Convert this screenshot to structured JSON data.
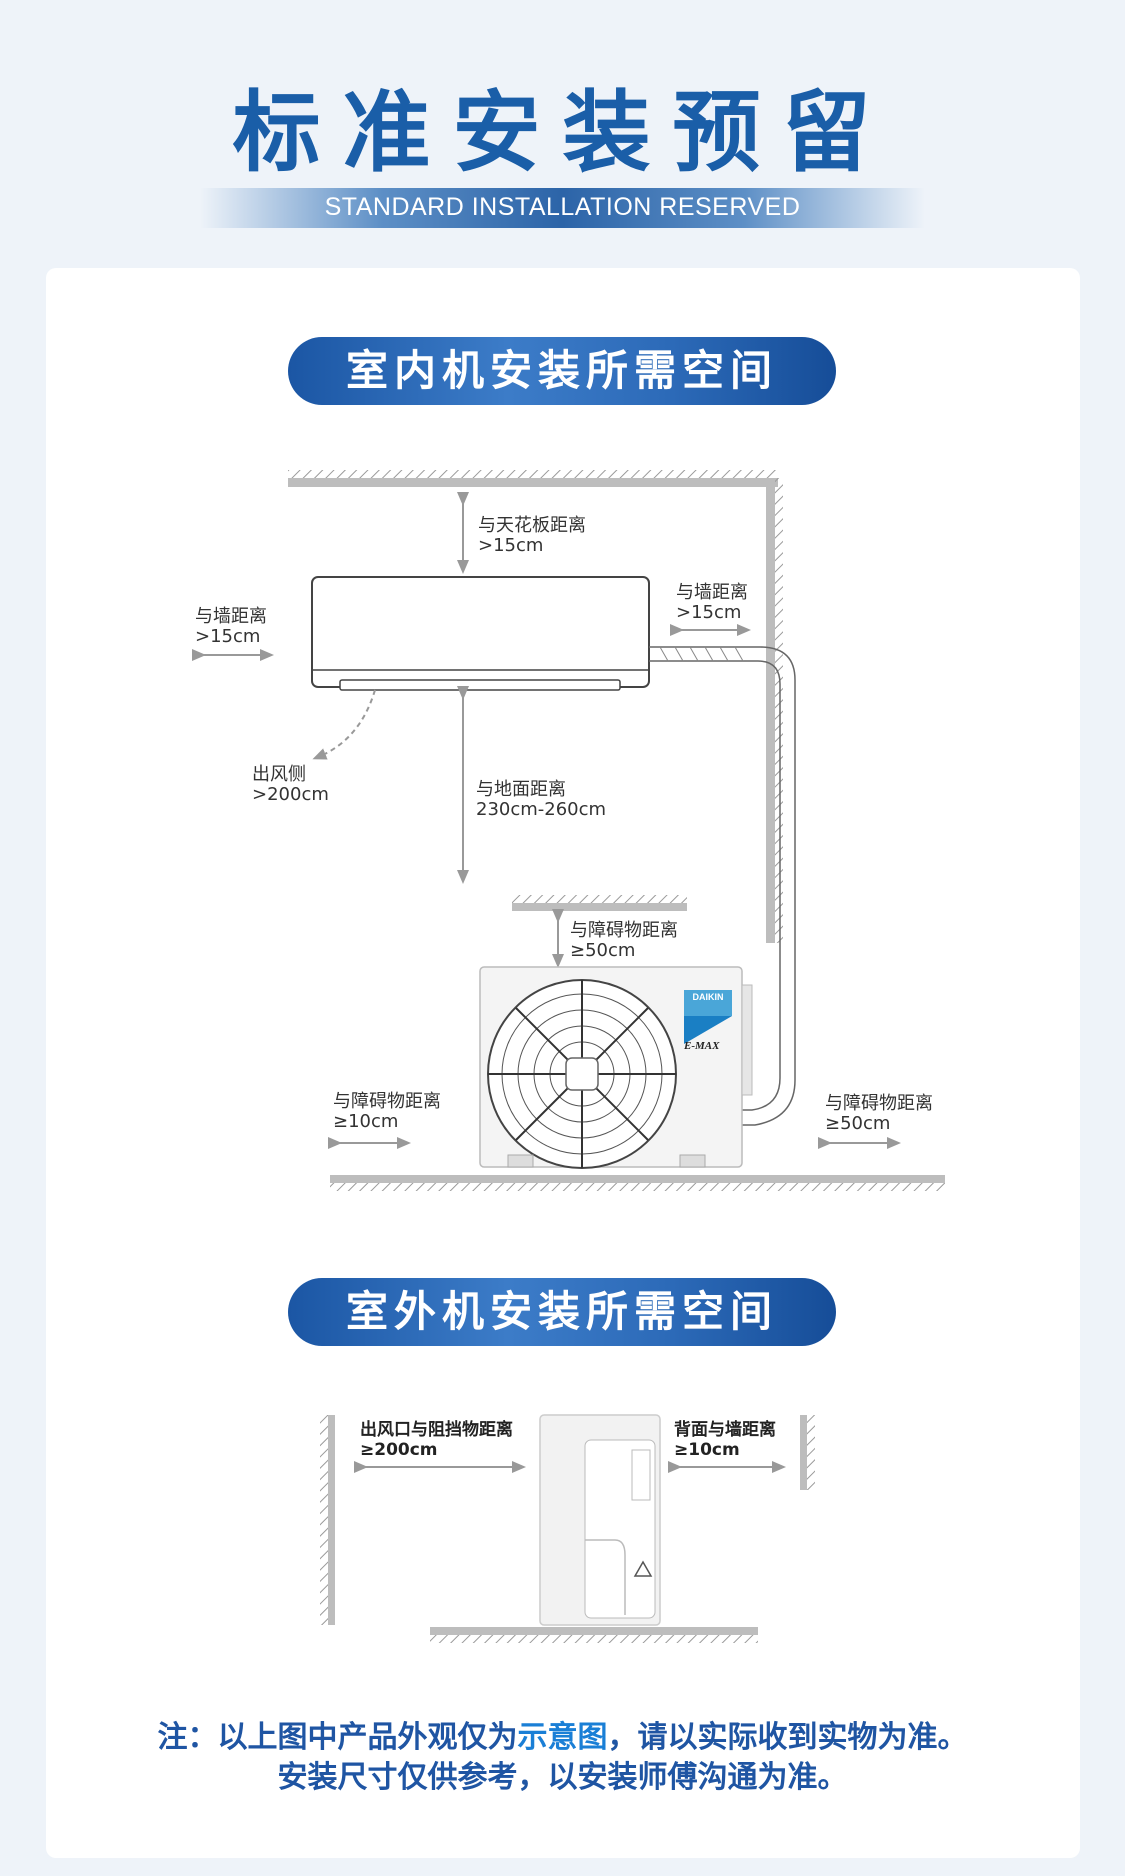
{
  "header": {
    "title": "标准安装预留",
    "subtitle": "STANDARD INSTALLATION RESERVED"
  },
  "indoor_section": {
    "heading": "室内机安装所需空间",
    "labels": {
      "ceiling_title": "与天花板距离",
      "ceiling_value": ">15cm",
      "left_wall_title": "与墙距离",
      "left_wall_value": ">15cm",
      "right_wall_title": "与墙距离",
      "right_wall_value": ">15cm",
      "outlet_title": "出风侧",
      "outlet_value": ">200cm",
      "floor_title": "与地面距离",
      "floor_value": "230cm-260cm",
      "top_obstacle_title": "与障碍物距离",
      "top_obstacle_value": "≥50cm",
      "left_obstacle_title": "与障碍物距离",
      "left_obstacle_value": "≥10cm",
      "right_obstacle_title": "与障碍物距离",
      "right_obstacle_value": "≥50cm"
    },
    "brand": "DAIKIN",
    "model": "E-MAX"
  },
  "outdoor_section": {
    "heading": "室外机安装所需空间",
    "labels": {
      "outlet_title": "出风口与阻挡物距离",
      "outlet_value": "≥200cm",
      "back_title": "背面与墙距离",
      "back_value": "≥10cm"
    }
  },
  "note": {
    "line1_a": "注：以上图中产品外观仅为",
    "line1_b": "示意图",
    "line1_c": "，请以实际收到实物为准。",
    "line2": "安装尺寸仅供参考，以安装师傅沟通为准。"
  },
  "colors": {
    "title_blue": "#1a5ea8",
    "pill_blue": "#2c6ab8",
    "note_blue": "#1f55a3",
    "background": "#eef3f9"
  }
}
